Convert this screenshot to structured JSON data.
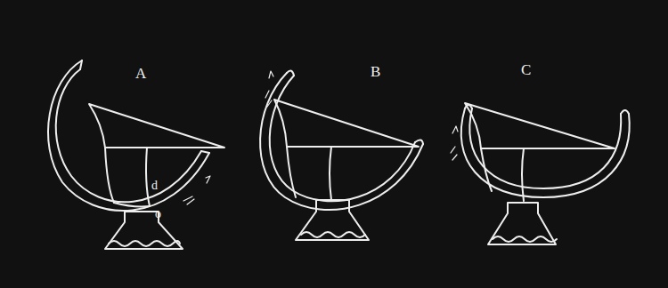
{
  "diagram": {
    "labels": [
      "A",
      "d",
      "o",
      "B",
      "C"
    ]
  }
}
